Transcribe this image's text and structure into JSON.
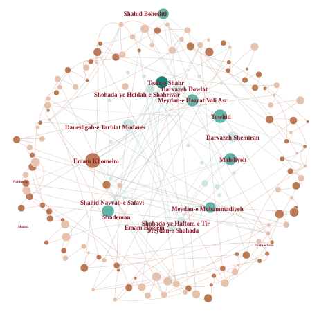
{
  "colors": {
    "teal_dark": "#1f7f72",
    "teal": "#5fb3a7",
    "teal_light": "#cfe4e1",
    "brown": "#bb7a56",
    "brown_light": "#e4c2ae",
    "label": "#8b1a2a"
  },
  "labels": [
    {
      "id": "shahid-beheshti",
      "text": "Shahid Beheshti"
    },
    {
      "id": "teatr-shahr",
      "text": "Teatr-e Shahr"
    },
    {
      "id": "darvazeh-dowlat",
      "text": "Darvazeh Dowlat"
    },
    {
      "id": "shohada-hefdah",
      "text": "Shohada-ye Hefdah-e Shahrivar"
    },
    {
      "id": "meydan-vali-asr",
      "text": "Meydan-e Hazrat Vali Asr"
    },
    {
      "id": "towhid",
      "text": "Towhid"
    },
    {
      "id": "daneshgah-tarbiat",
      "text": "Daneshgah-e Tarbiat Modares"
    },
    {
      "id": "darvazeh-shemiran",
      "text": "Darvazeh Shemiran"
    },
    {
      "id": "emam-khomeini",
      "text": "Emam Khomeini"
    },
    {
      "id": "mahdiyeh",
      "text": "Mahdiyeh"
    },
    {
      "id": "shahid-navvab",
      "text": "Shahid Navvab-e Safavi"
    },
    {
      "id": "meydan-mohammadiyeh",
      "text": "Meydan-e Mohammadiyeh"
    },
    {
      "id": "shademan",
      "text": "Shademan"
    },
    {
      "id": "shohada-haftom",
      "text": "Shohada-ye Haftom-e Tir"
    },
    {
      "id": "emam-hossein",
      "text": "Emam Hossein"
    },
    {
      "id": "meydan-shohada",
      "text": "Meydan-e Shohada"
    },
    {
      "id": "eram-e-sabz",
      "text": "Eram-e Sabz"
    },
    {
      "id": "nabbovad",
      "text": "Nabbovad"
    },
    {
      "id": "shahid",
      "text": "Shahid"
    }
  ]
}
